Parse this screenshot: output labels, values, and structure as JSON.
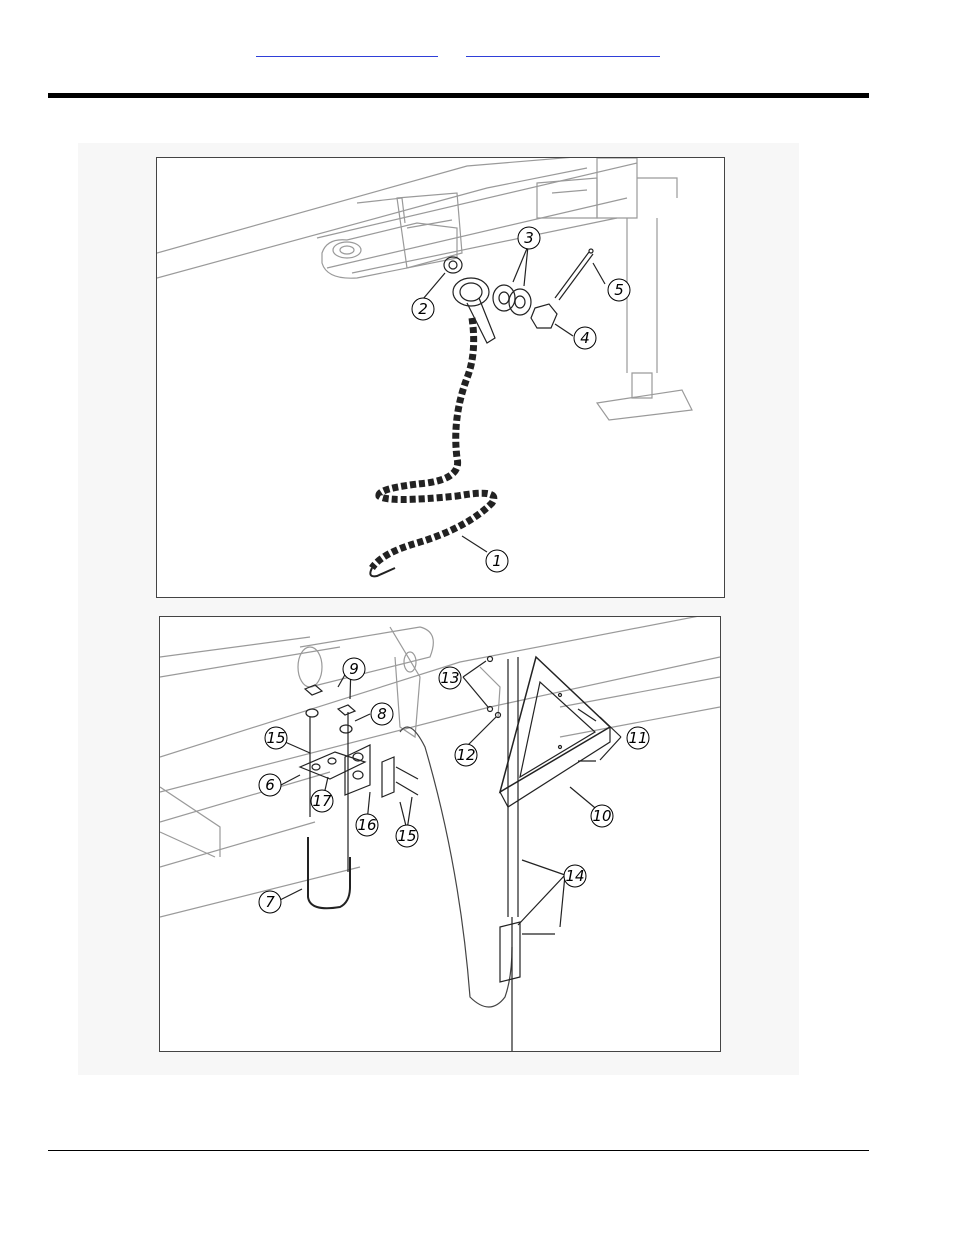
{
  "header": {
    "links": [
      "",
      ""
    ]
  },
  "figure_top": {
    "callouts": [
      "1",
      "2",
      "3",
      "4",
      "5"
    ]
  },
  "figure_bottom": {
    "callouts": [
      "6",
      "7",
      "8",
      "9",
      "10",
      "11",
      "12",
      "13",
      "14",
      "15",
      "15",
      "16",
      "17"
    ]
  },
  "colors": {
    "link": "#2f3fd8",
    "rule": "#000000",
    "line_art": "#9a9a9a",
    "figure_background": "#f7f7f7"
  }
}
